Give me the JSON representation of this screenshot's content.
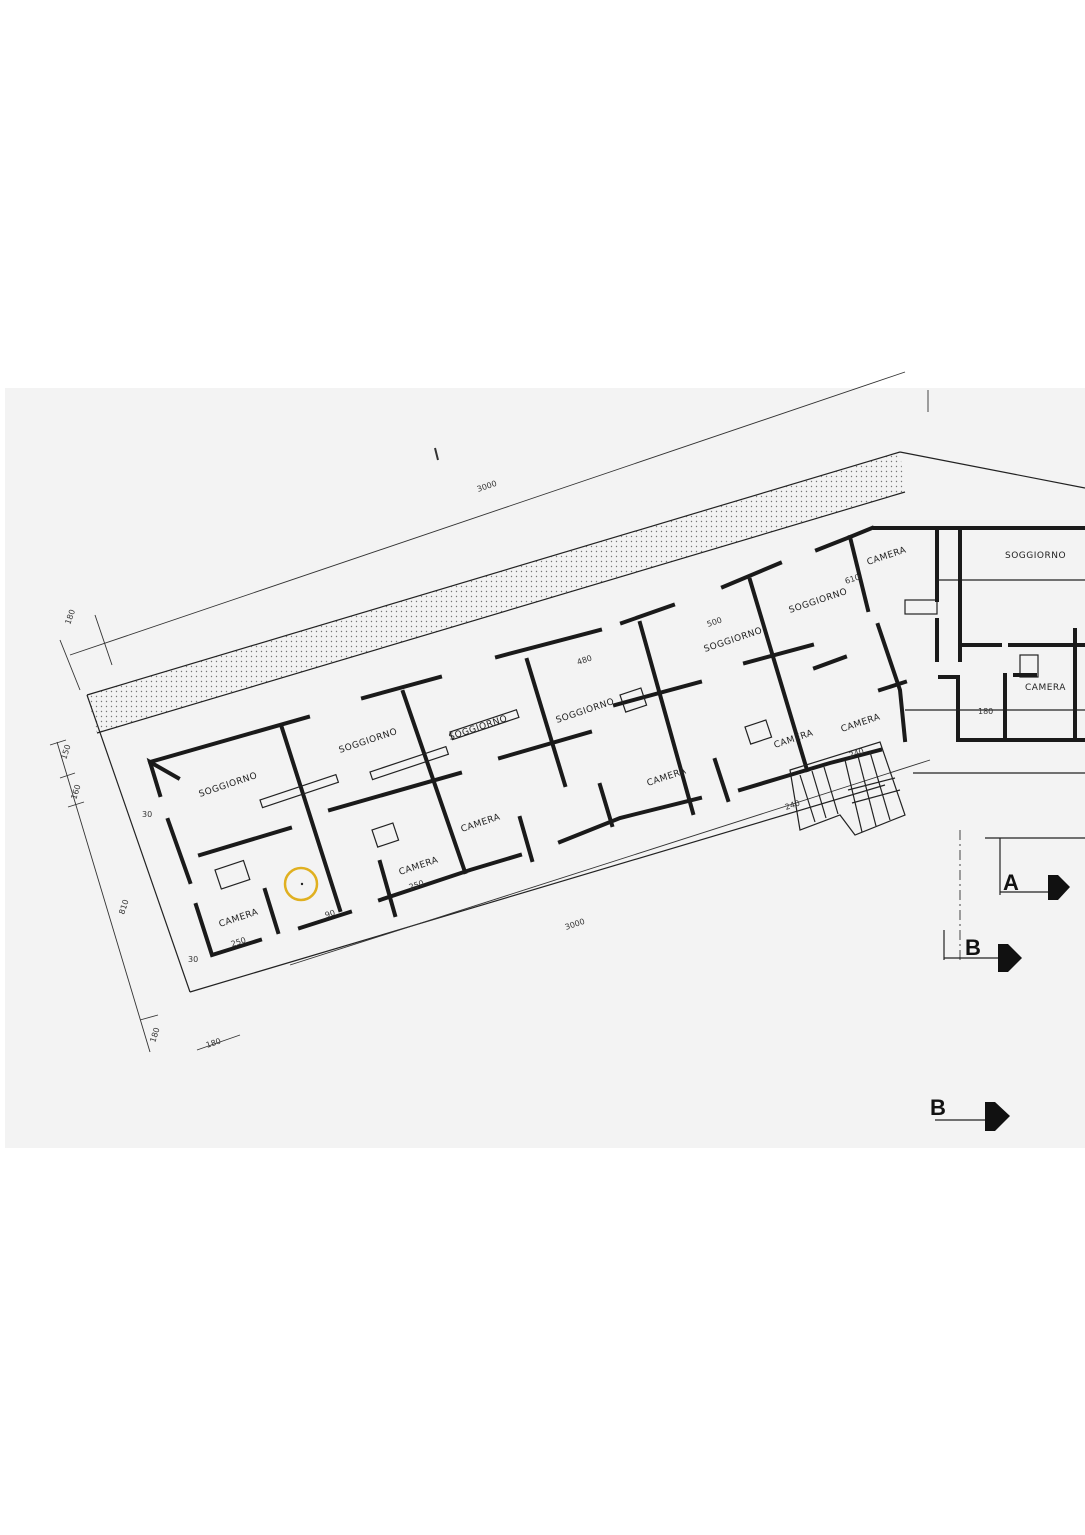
{
  "drawing": {
    "rooms": {
      "soggiorno": "SOGGIORNO",
      "camera": "CAMERA"
    },
    "dimensions": {
      "total_length_top": "3000",
      "total_length_bottom": "3000",
      "setback_top": "180",
      "band": "150",
      "depth_a": "160",
      "depth_total": "810",
      "setback_bottom": "180",
      "setback_left": "180",
      "unit_width_a": "610",
      "unit_width_b": "500",
      "unit_width_c": "480",
      "room_a": "250",
      "room_b": "240",
      "room_c": "180",
      "wall_a": "30",
      "wall_b": "90"
    },
    "sections": {
      "a": "A",
      "b": "B",
      "b2": "B"
    },
    "highlight_color": "#e0b020"
  }
}
